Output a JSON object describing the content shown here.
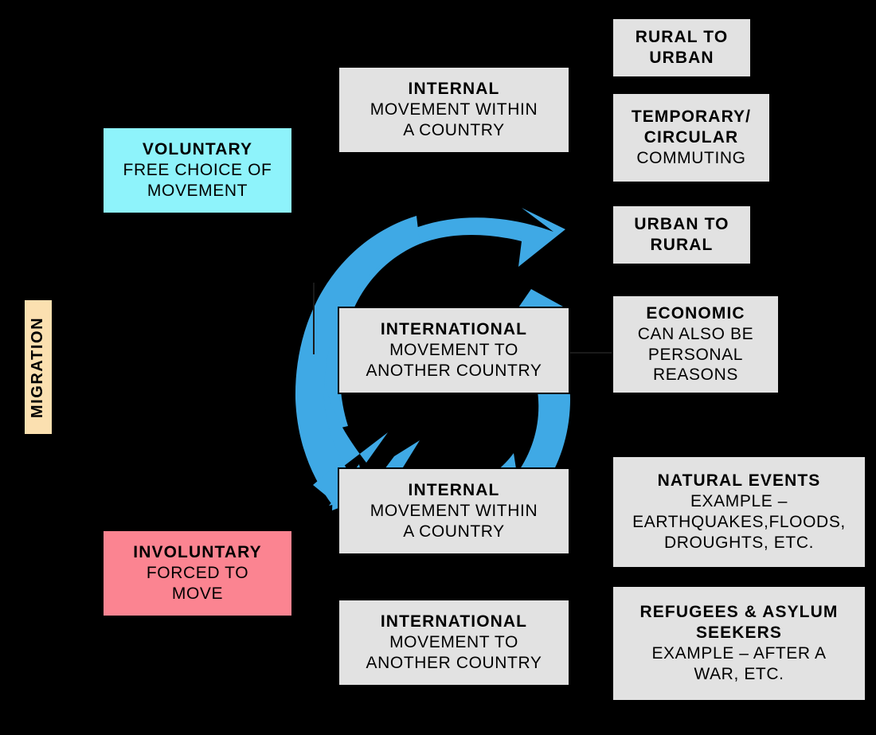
{
  "diagram": {
    "title": "MIGRATION",
    "root_label": "MIGRATION",
    "colors": {
      "background": "#000000",
      "box_fill": "#e2e2e2",
      "box_border": "#000000",
      "voluntary_fill": "#8ef3fb",
      "involuntary_fill": "#fb8491",
      "root_fill": "#fbe0b0",
      "arrow_blue": "#3fa9e5"
    }
  },
  "categories": {
    "voluntary": {
      "heading": "VOLUNTARY",
      "line1": "FREE CHOICE OF",
      "line2": "MOVEMENT"
    },
    "involuntary": {
      "heading": "INVOLUNTARY",
      "line1": "FORCED TO",
      "line2": "MOVE"
    }
  },
  "types": {
    "voluntary_internal": {
      "heading": "INTERNAL",
      "line1": "MOVEMENT WITHIN",
      "line2": "A COUNTRY"
    },
    "voluntary_international": {
      "heading": "INTERNATIONAL",
      "line1": "MOVEMENT TO",
      "line2": "ANOTHER COUNTRY"
    },
    "involuntary_internal": {
      "heading": "INTERNAL",
      "line1": "MOVEMENT WITHIN",
      "line2": "A COUNTRY"
    },
    "involuntary_international": {
      "heading": "INTERNATIONAL",
      "line1": "MOVEMENT TO",
      "line2": "ANOTHER COUNTRY"
    }
  },
  "examples": {
    "rural_to_urban": {
      "heading": "RURAL TO",
      "heading2": "URBAN"
    },
    "temporary_circular": {
      "heading": "TEMPORARY/",
      "heading2": "CIRCULAR",
      "line1": "COMMUTING"
    },
    "urban_to_rural": {
      "heading": "URBAN TO",
      "heading2": "RURAL"
    },
    "economic": {
      "heading": "ECONOMIC",
      "line1": "CAN ALSO BE",
      "line2": "PERSONAL",
      "line3": "REASONS"
    },
    "natural_events": {
      "heading": "NATURAL EVENTS",
      "line1": "EXAMPLE –",
      "line2": "EARTHQUAKES,FLOODS,",
      "line3": "DROUGHTS, ETC."
    },
    "refugees": {
      "heading": "REFUGEES & ASYLUM",
      "heading2": "SEEKERS",
      "line1": "EXAMPLE – AFTER A",
      "line2": "WAR, ETC."
    }
  }
}
